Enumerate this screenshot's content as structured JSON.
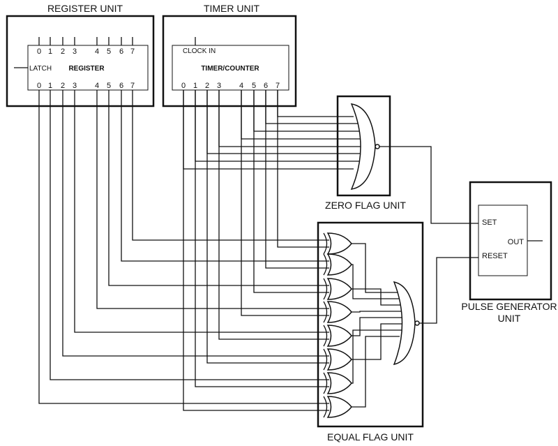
{
  "units": {
    "register": {
      "title": "REGISTER UNIT",
      "chip_label": "REGISTER",
      "latch_label": "LATCH",
      "top_pins": [
        "0",
        "1",
        "2",
        "3",
        "4",
        "5",
        "6",
        "7"
      ],
      "bottom_pins": [
        "0",
        "1",
        "2",
        "3",
        "4",
        "5",
        "6",
        "7"
      ]
    },
    "timer": {
      "title": "TIMER UNIT",
      "chip_label": "TIMER/COUNTER",
      "clock_label": "CLOCK IN",
      "bottom_pins": [
        "0",
        "1",
        "2",
        "3",
        "4",
        "5",
        "6",
        "7"
      ]
    },
    "zero_flag": {
      "title": "ZERO FLAG UNIT"
    },
    "equal_flag": {
      "title": "EQUAL FLAG UNIT"
    },
    "pulse_generator": {
      "title_line1": "PULSE GENERATOR",
      "title_line2": "UNIT",
      "set_label": "SET",
      "reset_label": "RESET",
      "out_label": "OUT"
    }
  }
}
